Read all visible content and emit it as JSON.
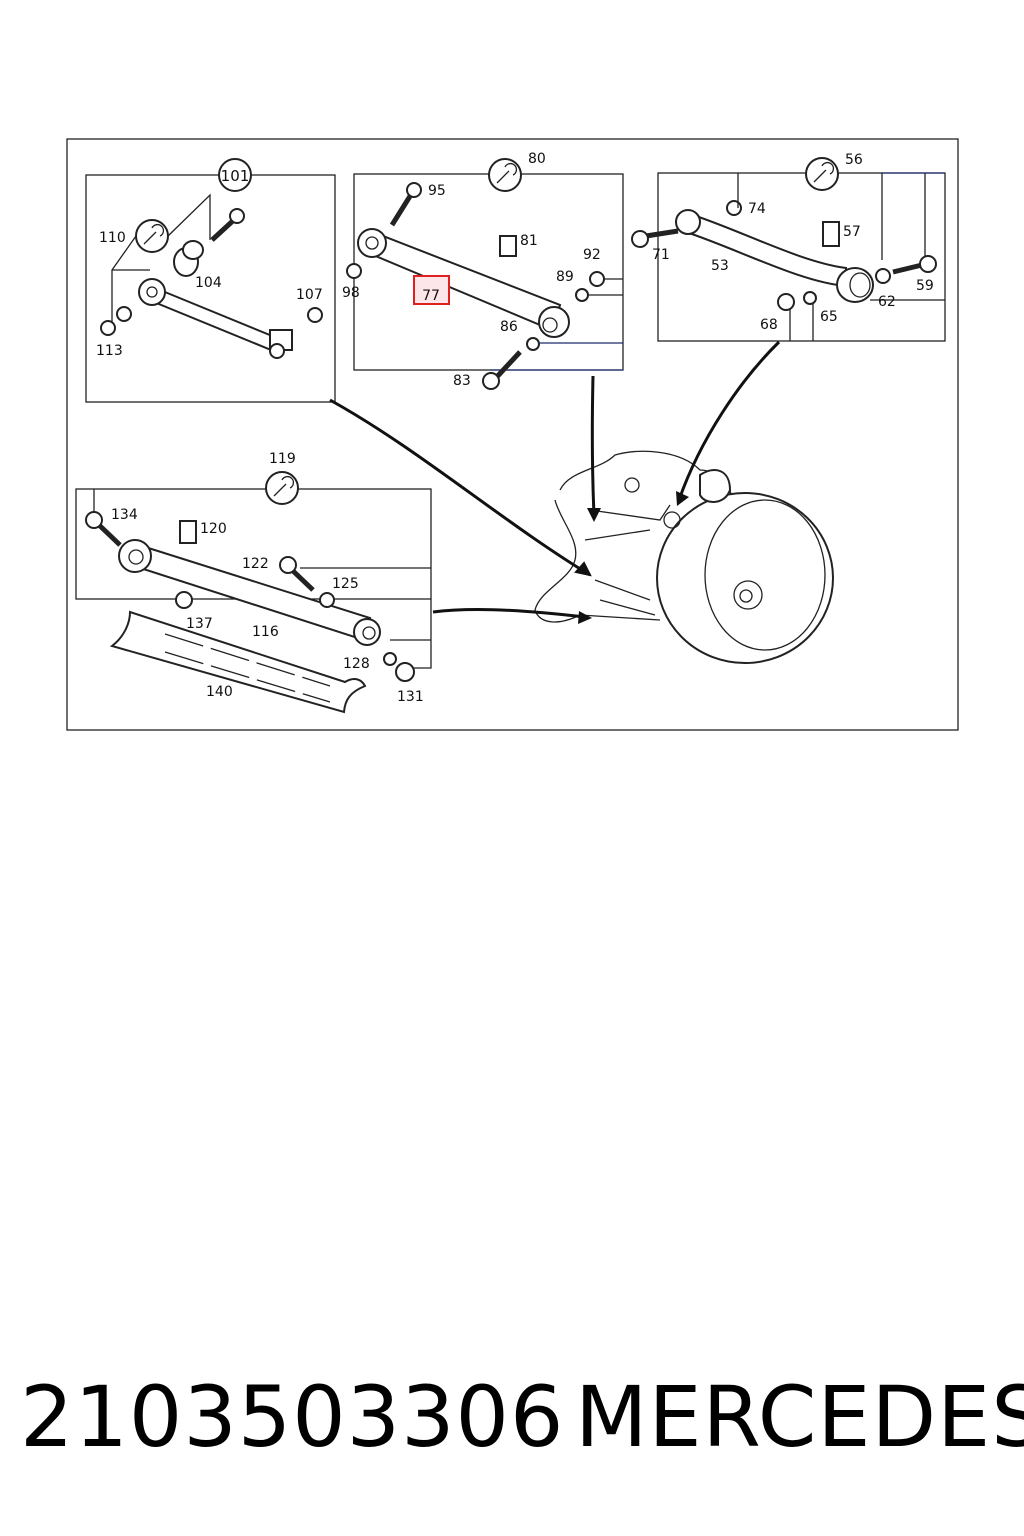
{
  "diagram": {
    "callouts": {
      "c101": "101",
      "c80": "80",
      "c56": "56",
      "c119": "119"
    },
    "labels": {
      "l110": "110",
      "l104": "104",
      "l107": "107",
      "l113": "113",
      "l95": "95",
      "l81": "81",
      "l92": "92",
      "l89": "89",
      "l98": "98",
      "l77": "77",
      "l86": "86",
      "l83": "83",
      "l74": "74",
      "l57": "57",
      "l71": "71",
      "l53": "53",
      "l62": "62",
      "l59": "59",
      "l68": "68",
      "l65": "65",
      "l134": "134",
      "l120": "120",
      "l122": "122",
      "l125": "125",
      "l137": "137",
      "l116": "116",
      "l128": "128",
      "l131": "131",
      "l140": "140"
    },
    "highlighted_label": "77",
    "highlight_color": "#e02020"
  },
  "footer": {
    "part_number": "2103503306",
    "brand": "MERCEDES"
  }
}
